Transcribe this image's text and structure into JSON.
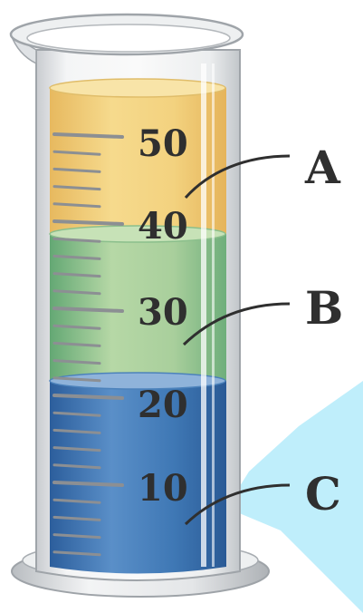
{
  "scale": {
    "marks": [
      "50",
      "40",
      "30",
      "20",
      "10"
    ]
  },
  "layers": [
    {
      "label": "A",
      "color": "#f3d27f"
    },
    {
      "label": "B",
      "color": "#a9cf9c"
    },
    {
      "label": "C",
      "color": "#3f78b5"
    }
  ],
  "glass_color": "#d9dcdf",
  "reflection_color": "#bfeefb"
}
